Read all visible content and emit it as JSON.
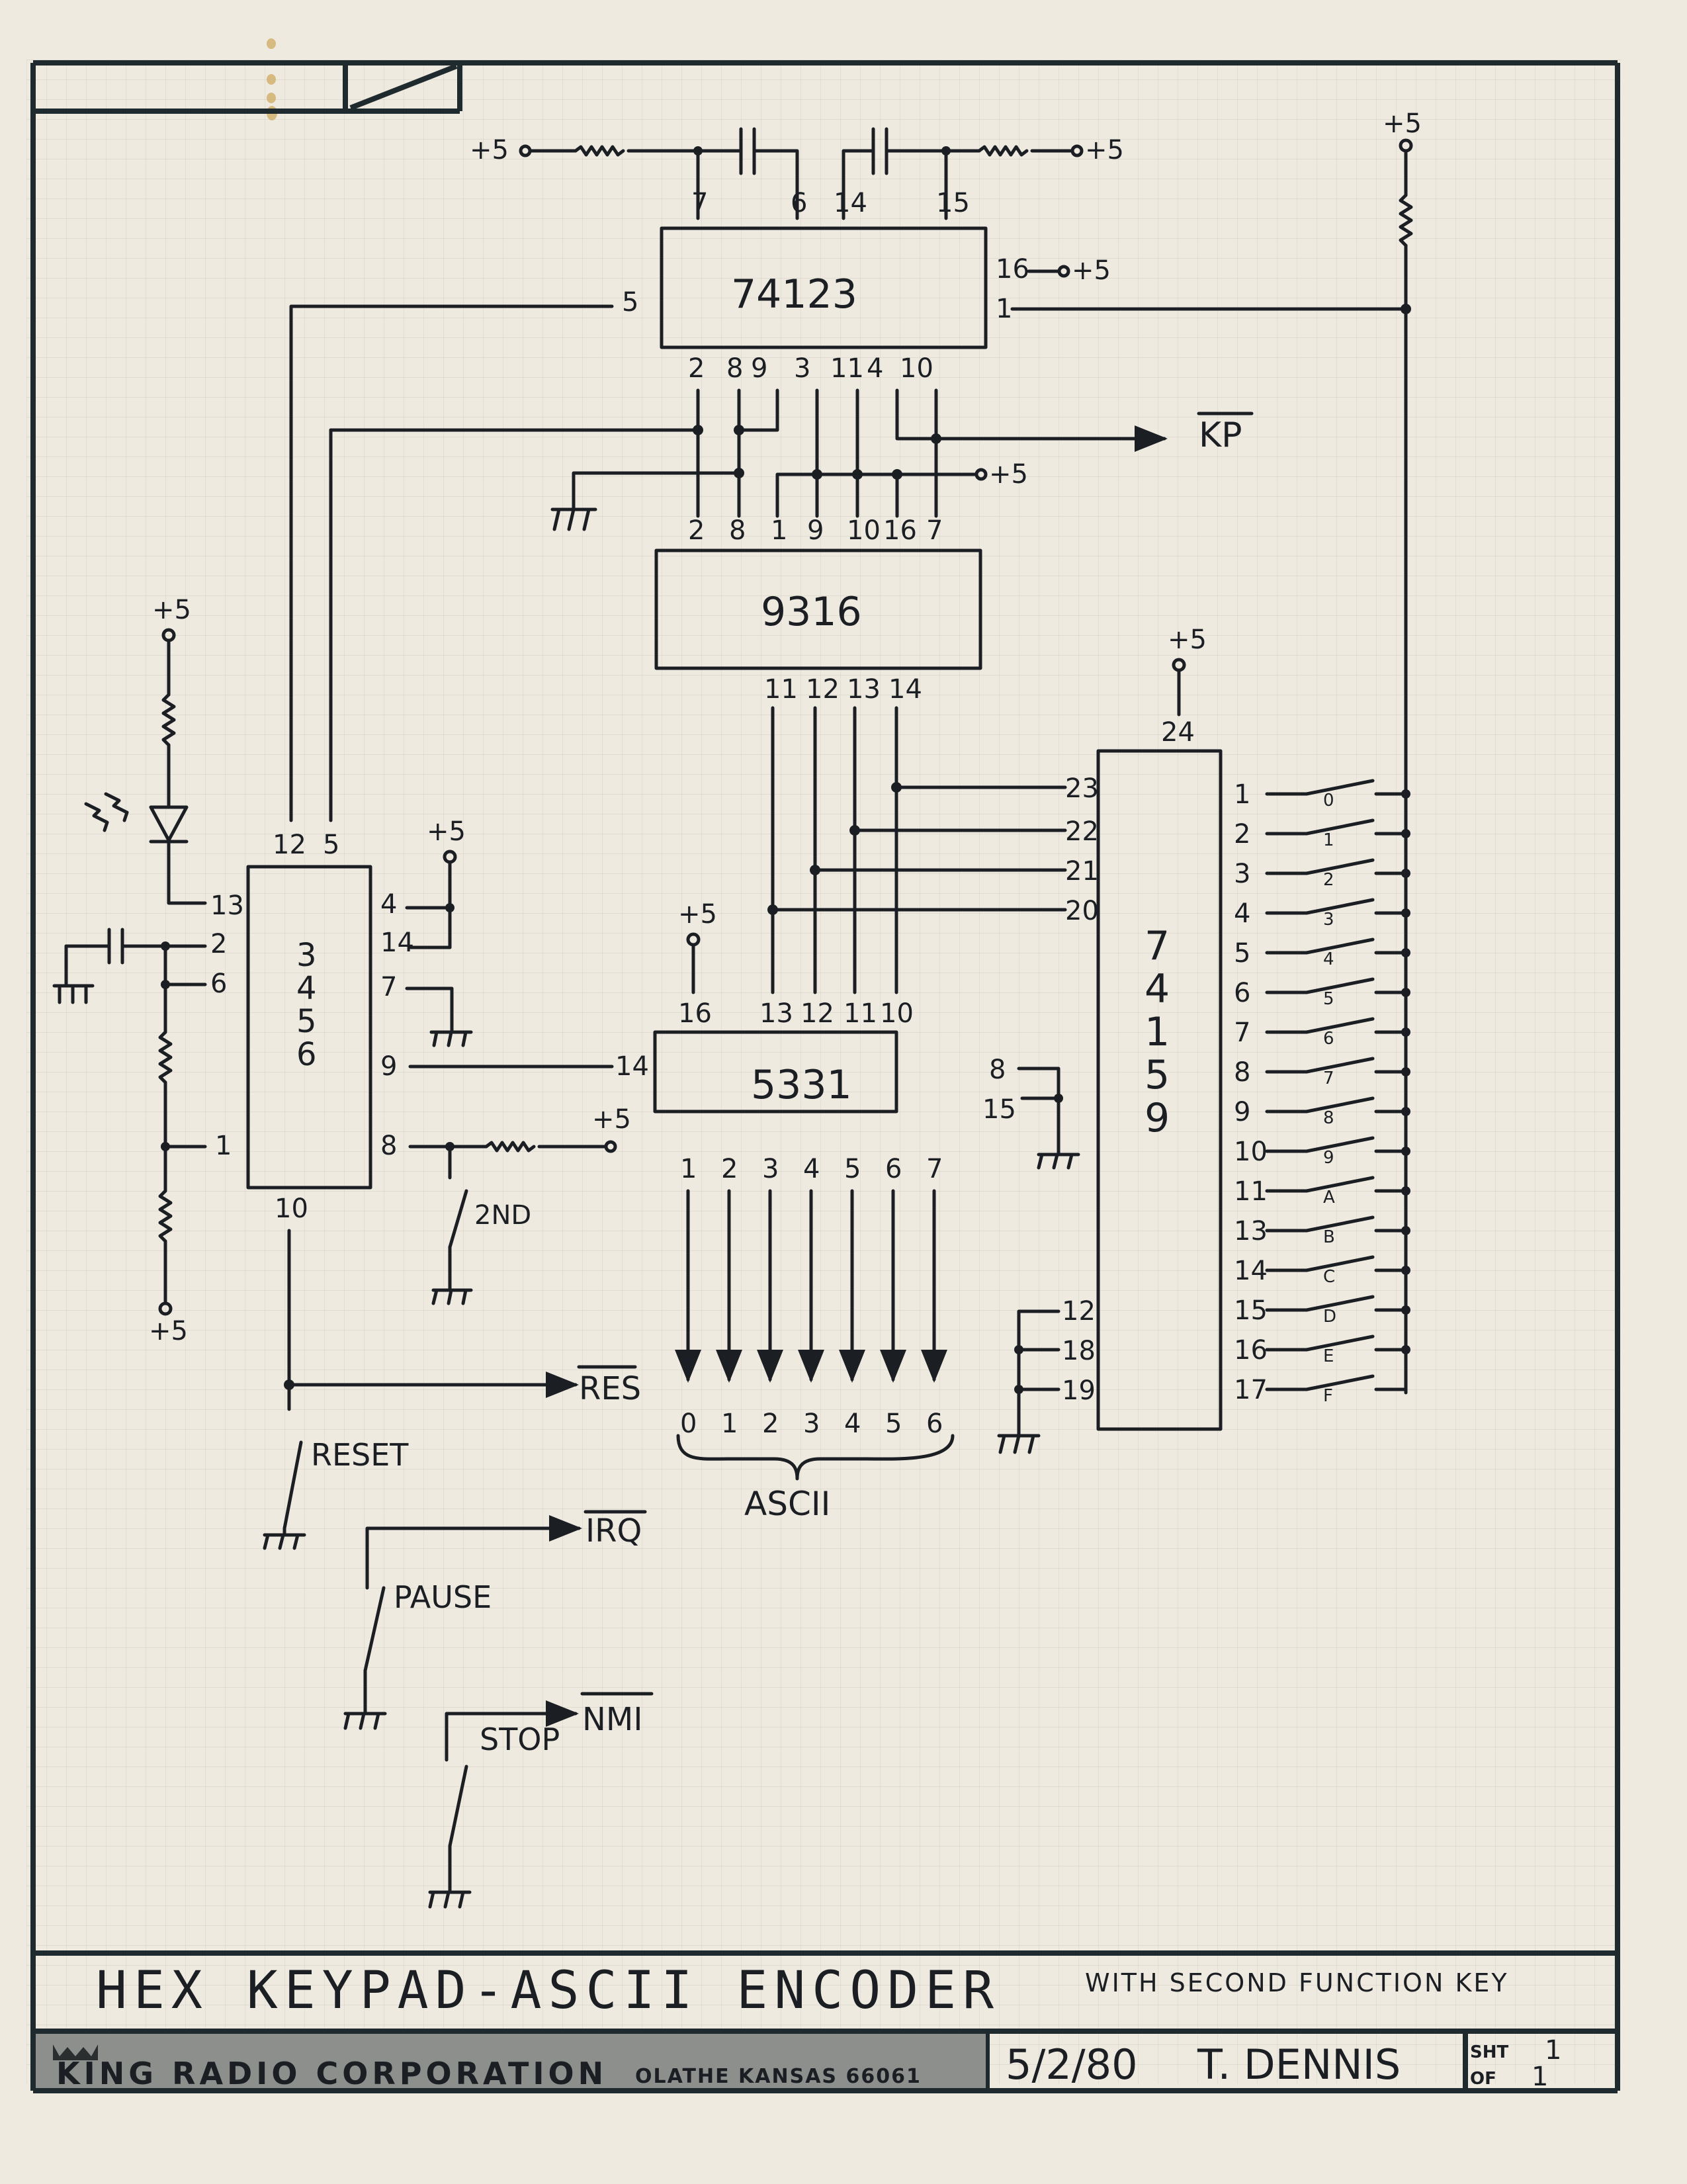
{
  "document": {
    "title": "HEX KEYPAD-ASCII ENCODER",
    "subtitle": "WITH SECOND FUNCTION KEY",
    "company": "KING RADIO CORPORATION",
    "location": "OLATHE KANSAS 66061",
    "date": "5/2/80",
    "author": "T. DENNIS",
    "sheet_label": "SHT",
    "sheet_number": "1",
    "of_label": "OF",
    "sheet_total": "1"
  },
  "power_label": "+5",
  "chips": {
    "u74123": {
      "name": "74123",
      "top_pins": [
        "7",
        "6",
        "14",
        "15"
      ],
      "left_pin": "5",
      "right_pins": [
        "16",
        "1"
      ],
      "bottom_pins": [
        "2",
        "8",
        "9",
        "3",
        "11",
        "4",
        "10"
      ]
    },
    "u9316": {
      "name": "9316",
      "top_pins": [
        "2",
        "8",
        "1",
        "9",
        "10",
        "16",
        "7"
      ],
      "bottom_pins": [
        "11",
        "12",
        "13",
        "14"
      ]
    },
    "u3456": {
      "name_lines": [
        "3",
        "4",
        "5",
        "6"
      ],
      "top_pins": [
        "12",
        "5"
      ],
      "left_pins": [
        "13",
        "2",
        "6",
        "1"
      ],
      "right_pins": [
        "4",
        "14",
        "7",
        "9",
        "8"
      ],
      "bottom_pin": "10"
    },
    "u5331": {
      "name": "5331",
      "top_pins": [
        "16",
        "13",
        "12",
        "11",
        "10"
      ],
      "left_pin": "14",
      "right_pins": [
        "8",
        "15"
      ],
      "bottom_pins": [
        "1",
        "2",
        "3",
        "4",
        "5",
        "6",
        "7"
      ]
    },
    "u74159": {
      "name_lines": [
        "7",
        "4",
        "1",
        "5",
        "9"
      ],
      "top_pin": "24",
      "left_pins": [
        "23",
        "22",
        "21",
        "20"
      ],
      "left_ground_pins": [
        "12",
        "18",
        "19"
      ],
      "right_pins": [
        "1",
        "2",
        "3",
        "4",
        "5",
        "6",
        "7",
        "8",
        "9",
        "10",
        "11",
        "13",
        "14",
        "15",
        "16",
        "17"
      ]
    }
  },
  "keys": [
    "0",
    "1",
    "2",
    "3",
    "4",
    "5",
    "6",
    "7",
    "8",
    "9",
    "A",
    "B",
    "C",
    "D",
    "E",
    "F"
  ],
  "signals": {
    "kp": "KP",
    "res": "RES",
    "irq": "IRQ",
    "nmi": "NMI"
  },
  "switches": {
    "second": "2ND",
    "reset": "RESET",
    "pause": "PAUSE",
    "stop": "STOP"
  },
  "ascii": {
    "label": "ASCII",
    "bits": [
      "0",
      "1",
      "2",
      "3",
      "4",
      "5",
      "6"
    ]
  }
}
